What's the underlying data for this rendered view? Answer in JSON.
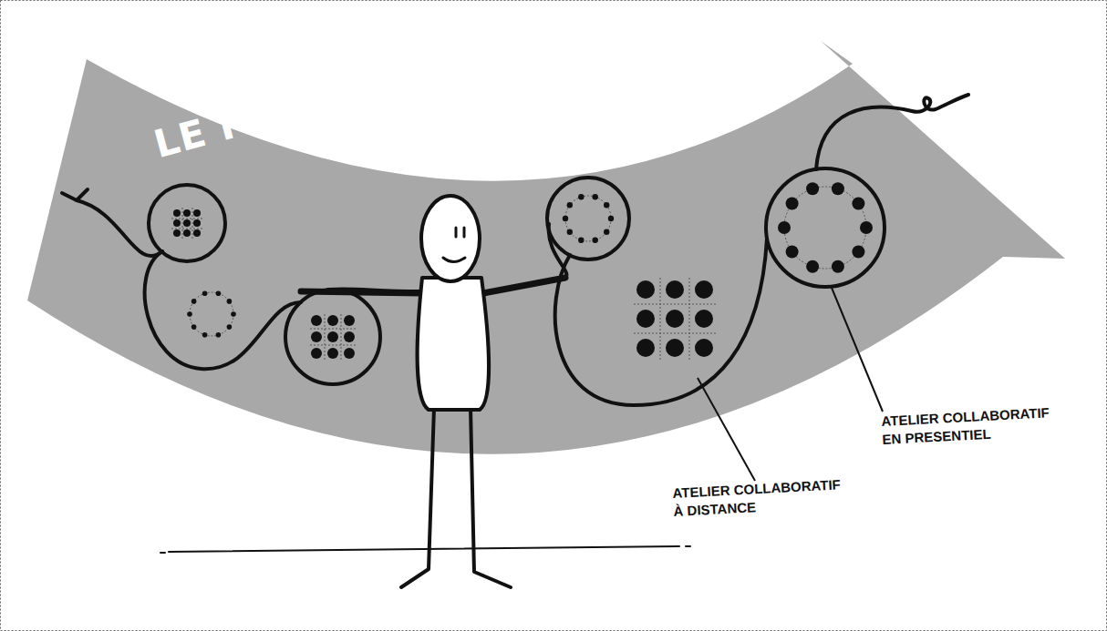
{
  "diagram": {
    "nodes": [
      {
        "text": [
          "LE PROJET"
        ]
      }
    ],
    "labels": [
      "ATELIER COLLABORATIF À DISTANCE",
      "ATELIER COLLABORATIF EN PRESENTIEL"
    ]
  }
}
